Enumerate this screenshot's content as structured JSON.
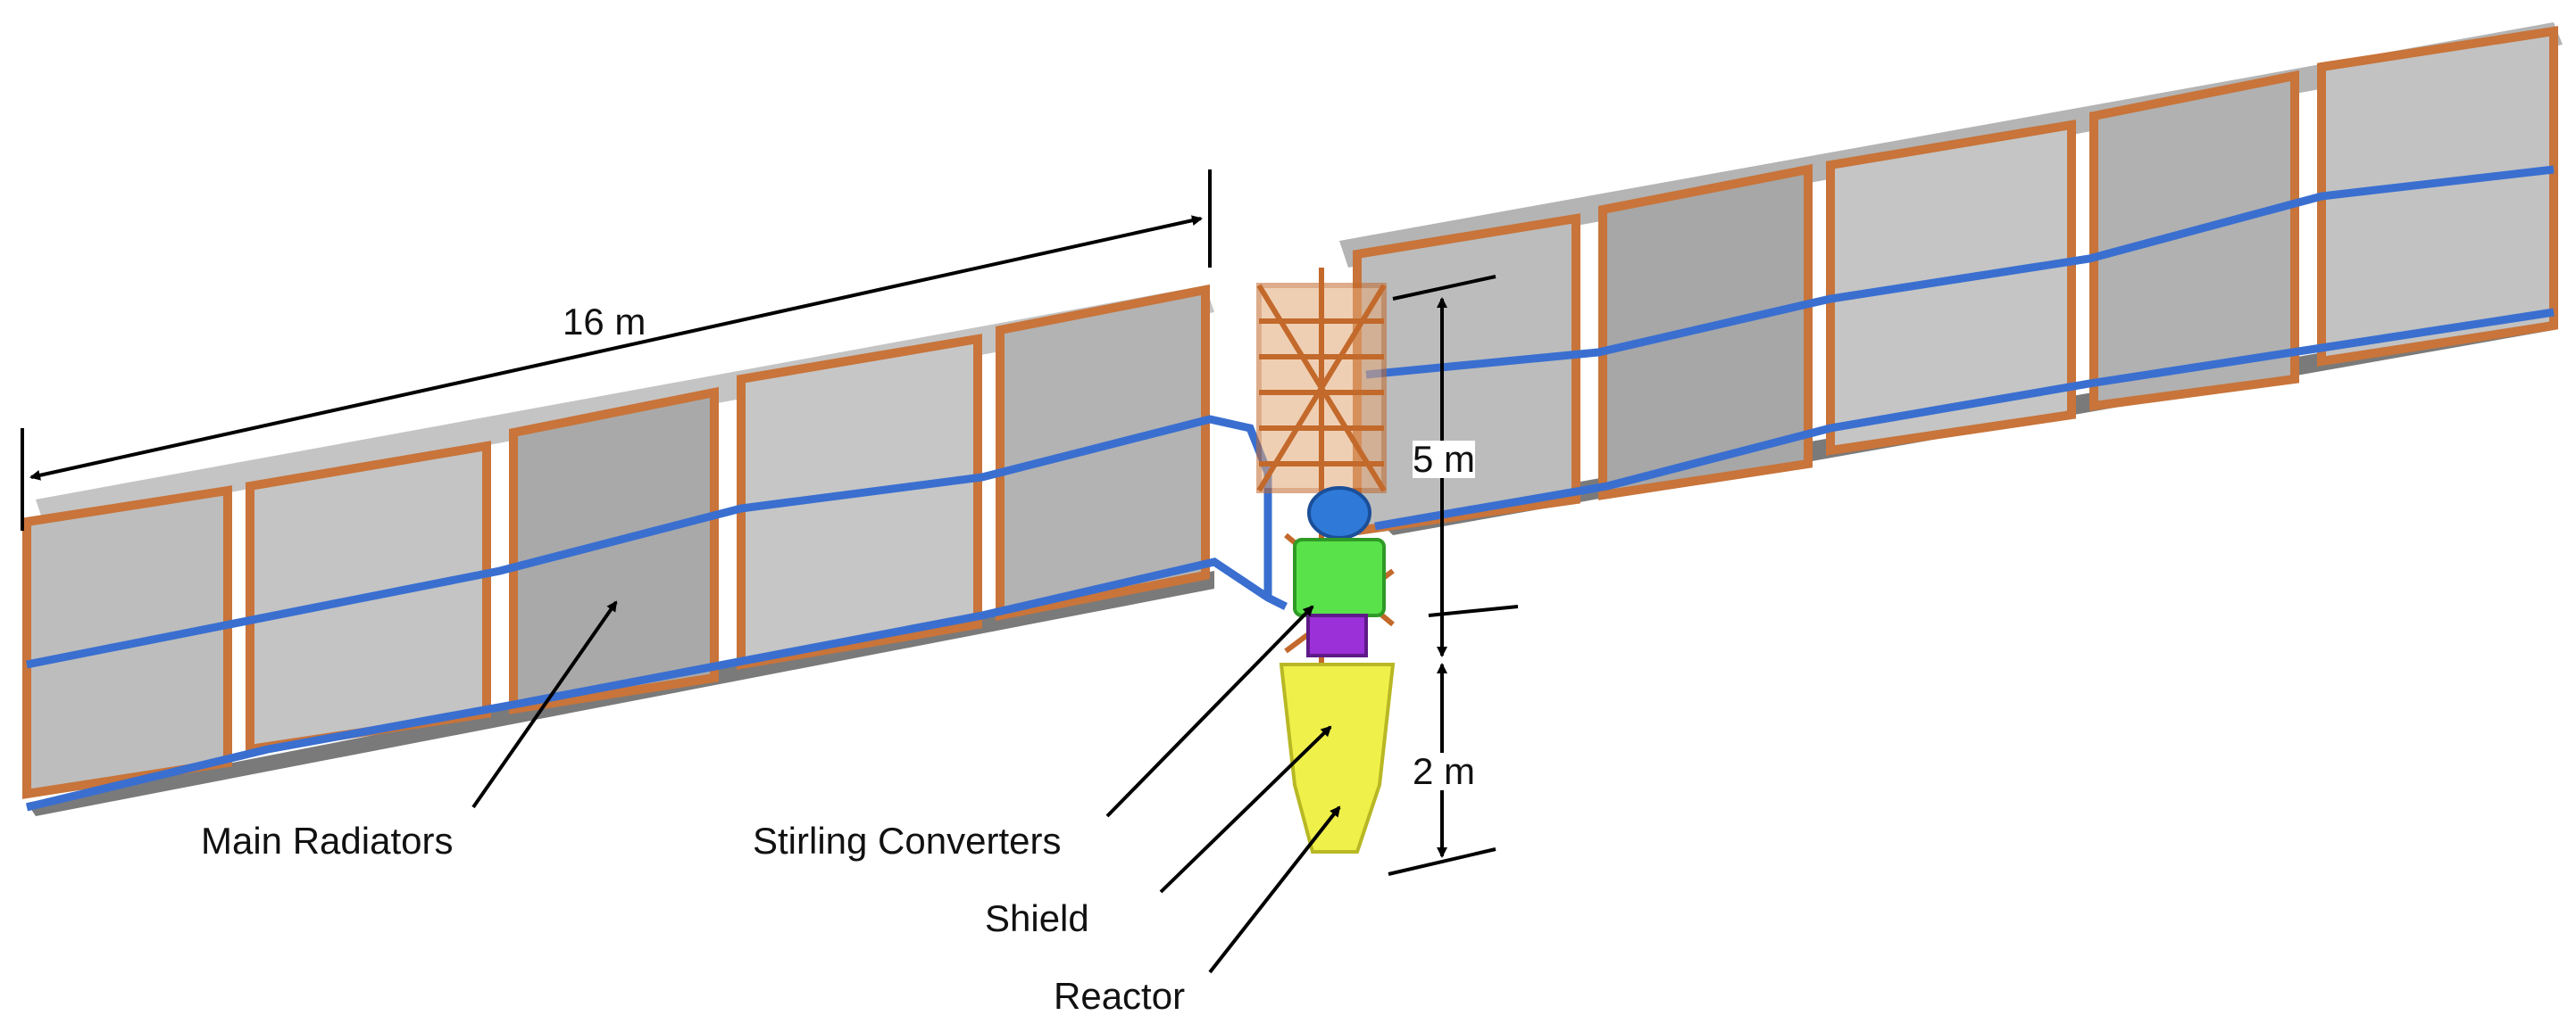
{
  "labels": {
    "length": "16 m",
    "height_upper": "5 m",
    "height_lower": "2 m",
    "main_radiators": "Main Radiators",
    "stirling": "Stirling Converters",
    "shield": "Shield",
    "reactor": "Reactor"
  },
  "colors": {
    "panel": "#bdbdbd",
    "panel_edge": "#c8743a",
    "pipe": "#3a6fd0",
    "converter": "#59e24a",
    "shield": "#9b2fd8",
    "reactor": "#f0f04a",
    "top_unit": "#2f7ad8",
    "truss": "#c2692b"
  }
}
